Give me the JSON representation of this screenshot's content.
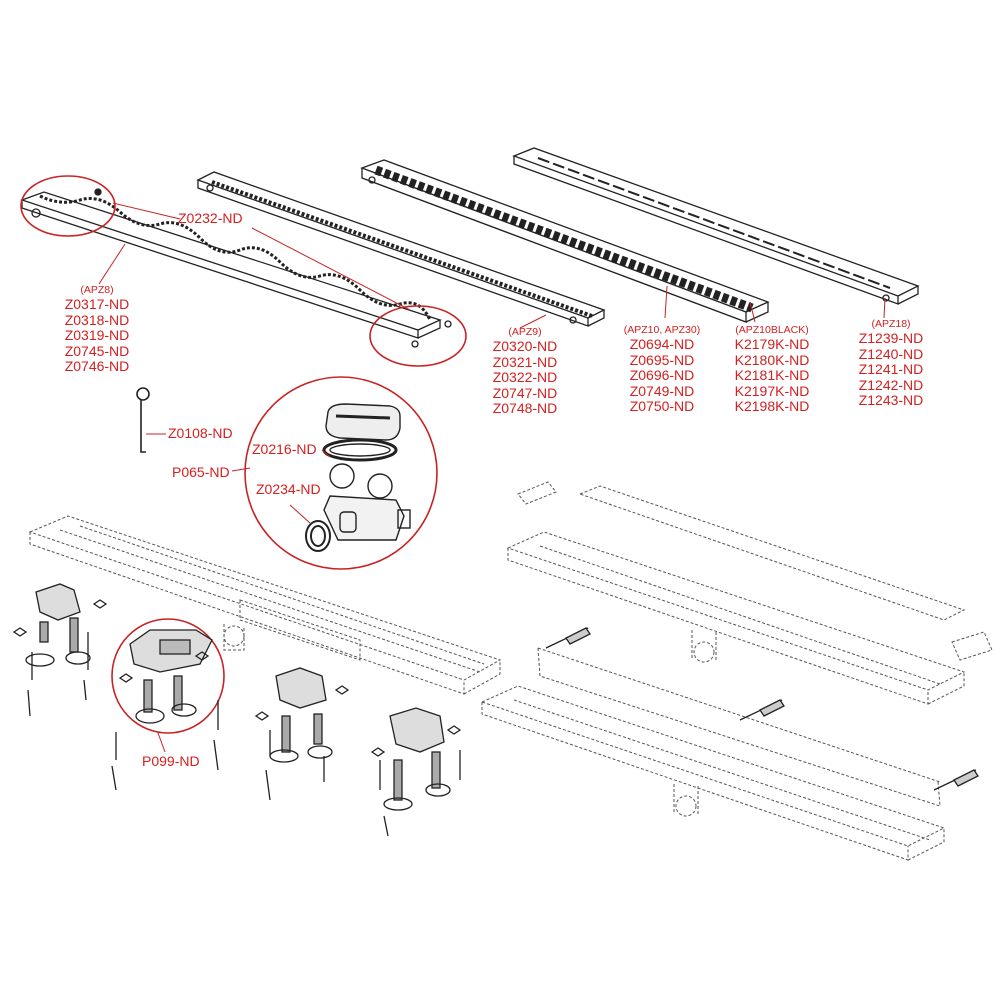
{
  "labels": {
    "z0232": "Z0232-ND",
    "apz8": {
      "title": "(APZ8)",
      "codes": [
        "Z0317-ND",
        "Z0318-ND",
        "Z0319-ND",
        "Z0745-ND",
        "Z0746-ND"
      ]
    },
    "apz9": {
      "title": "(APZ9)",
      "codes": [
        "Z0320-ND",
        "Z0321-ND",
        "Z0322-ND",
        "Z0747-ND",
        "Z0748-ND"
      ]
    },
    "apz10": {
      "title": "(APZ10, APZ30)",
      "codes": [
        "Z0694-ND",
        "Z0695-ND",
        "Z0696-ND",
        "Z0749-ND",
        "Z0750-ND"
      ]
    },
    "apz10black": {
      "title": "(APZ10BLACK)",
      "codes": [
        "K2179K-ND",
        "K2180K-ND",
        "K2181K-ND",
        "K2197K-ND",
        "K2198K-ND"
      ]
    },
    "apz18": {
      "title": "(APZ18)",
      "codes": [
        "Z1239-ND",
        "Z1240-ND",
        "Z1241-ND",
        "Z1242-ND",
        "Z1243-ND"
      ]
    },
    "z0108": "Z0108-ND",
    "z0216": "Z0216-ND",
    "p065": "P065-ND",
    "z0234": "Z0234-ND",
    "p099": "P099-ND"
  },
  "colors": {
    "label": "#d42020",
    "line": "#222222",
    "dash": "#555555"
  }
}
